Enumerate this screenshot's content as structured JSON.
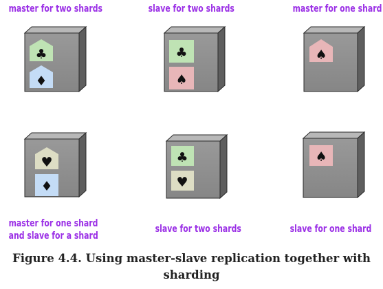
{
  "labels": {
    "top_left": "master for two shards",
    "top_middle": "slave for two shards",
    "top_right": "master for one shard",
    "bottom_left_line1": "master for one shard",
    "bottom_left_line2": "and slave for a shard",
    "bottom_middle": "slave for two shards",
    "bottom_right": "slave for one shard"
  },
  "caption": {
    "line1": "Figure 4.4. Using master-slave replication together with",
    "line2": "sharding"
  },
  "suits": {
    "clubs": "♣",
    "diamonds": "♦",
    "spades": "♠",
    "hearts": "♥"
  },
  "colors": {
    "label_text": "#9b30e6",
    "server_front": "#8c8c8c",
    "server_side": "#5e5e5e",
    "server_top": "#b8b8b8",
    "clubs_shard": "#bfe3b4",
    "diamonds_shard": "#c4dcf6",
    "spades_shard": "#e8b6b8",
    "hearts_shard": "#ddddc4"
  }
}
